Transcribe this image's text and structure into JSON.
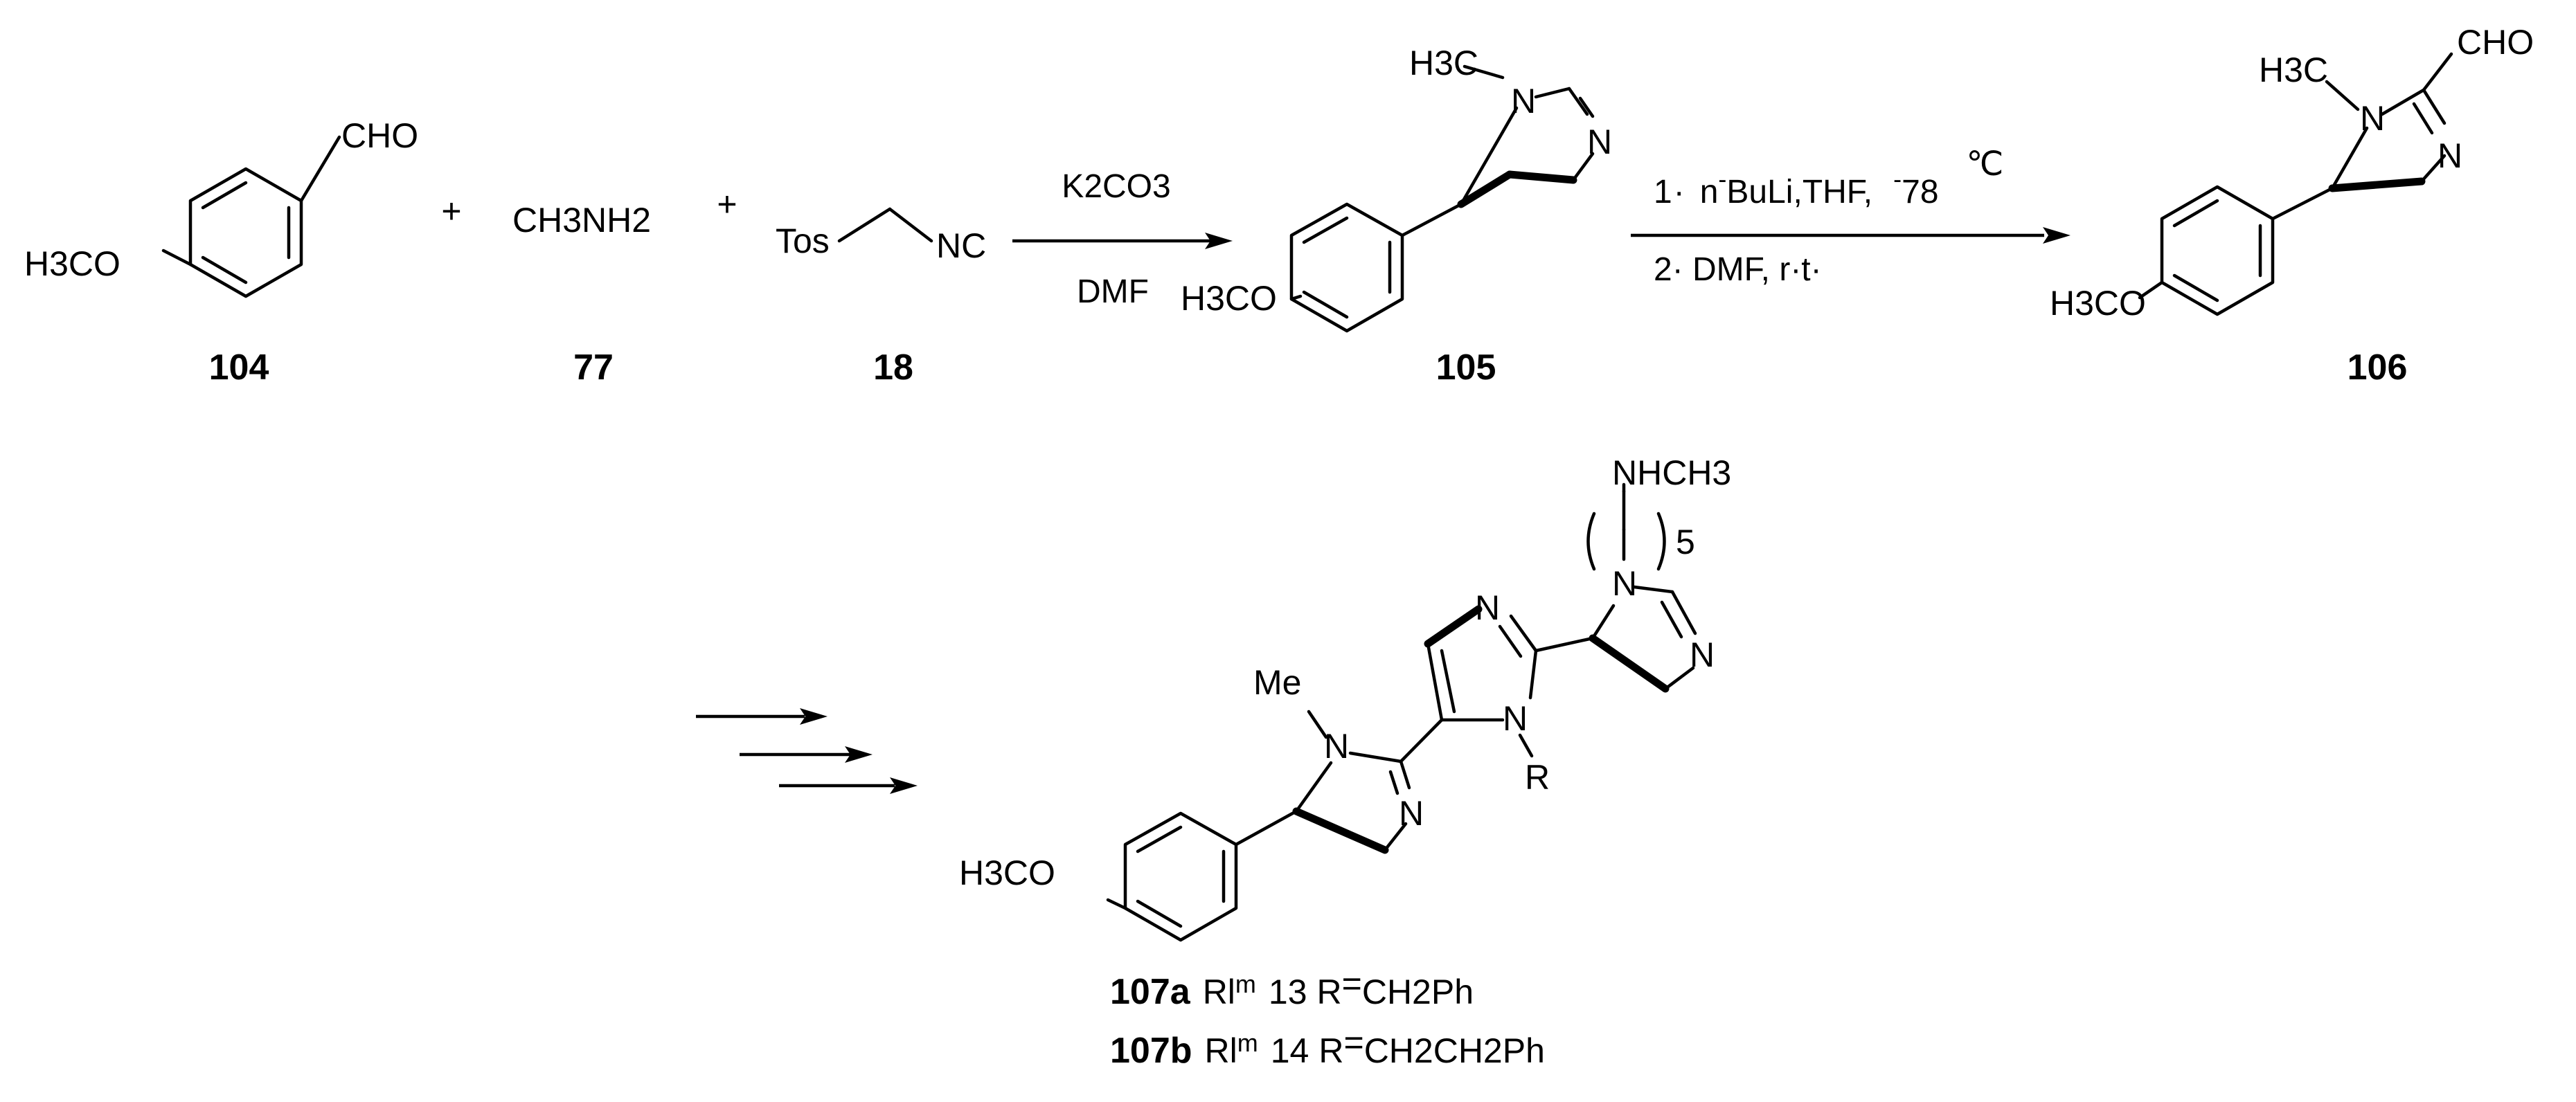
{
  "reaction_scheme": {
    "compounds": {
      "c104": {
        "number": "104",
        "substituent": "CHO",
        "methoxy": "H3CO"
      },
      "c77": {
        "number": "77",
        "formula": "CH3NH2"
      },
      "c18": {
        "number": "18",
        "group_left": "Tos",
        "group_right": "NC"
      },
      "c105": {
        "number": "105",
        "n_methyl": "H3C",
        "n1": "N",
        "n3": "N",
        "methoxy": "H3CO"
      },
      "c106": {
        "number": "106",
        "n_methyl": "H3C",
        "substituent": "CHO",
        "n1": "N",
        "n3": "N",
        "methoxy": "H3CO"
      },
      "c107": {
        "methyl_label": "Me",
        "r_label": "R",
        "amine": "NHCH3",
        "chain_count": "5",
        "methoxy": "H3CO",
        "n_atom": "N"
      }
    },
    "plus_signs": [
      "+",
      "+"
    ],
    "step1": {
      "reagent_above": "K2CO3",
      "reagent_below": "DMF"
    },
    "step2": {
      "line1_prefix": "1",
      "line1_mark": "·",
      "line1_nbuli_prefix": "n",
      "line1_bu_superscript": "-",
      "line1_bu": "Bu",
      "line1_li": "Li",
      "line1_sep": ",",
      "line1_thf": "THF",
      "line1_temp_superscript": "-",
      "line1_temp": "78",
      "line1_unit": "℃",
      "line2": "2· DMF, r·t·"
    },
    "products": [
      {
        "number": "107a",
        "suffix": "a",
        "base": "107",
        "text_rl": "Rl",
        "text_m": "m",
        "count": "13",
        "r": "R",
        "eq": "=",
        "substituent": "CH2Ph"
      },
      {
        "number": "107b",
        "suffix": "b",
        "base": "107",
        "text_rl": "Rl",
        "text_m": "m",
        "count": "14",
        "r": "R",
        "eq": "=",
        "substituent": "CH2CH2Ph"
      }
    ]
  }
}
